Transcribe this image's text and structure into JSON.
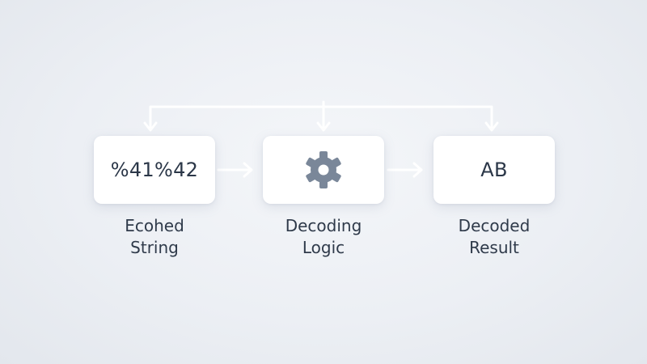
{
  "nodes": [
    {
      "content": "%41%42",
      "label_lines": [
        "Ecohed",
        "String"
      ]
    },
    {
      "icon": "gear-icon",
      "label_lines": [
        "Decoding",
        "Logic"
      ]
    },
    {
      "content": "AB",
      "label_lines": [
        "Decoded",
        "Result"
      ]
    }
  ],
  "colors": {
    "background": "#eceff4",
    "box": "#ffffff",
    "connector": "#ffffff",
    "gear": "#7a8799",
    "text": "#2f3a4a"
  }
}
